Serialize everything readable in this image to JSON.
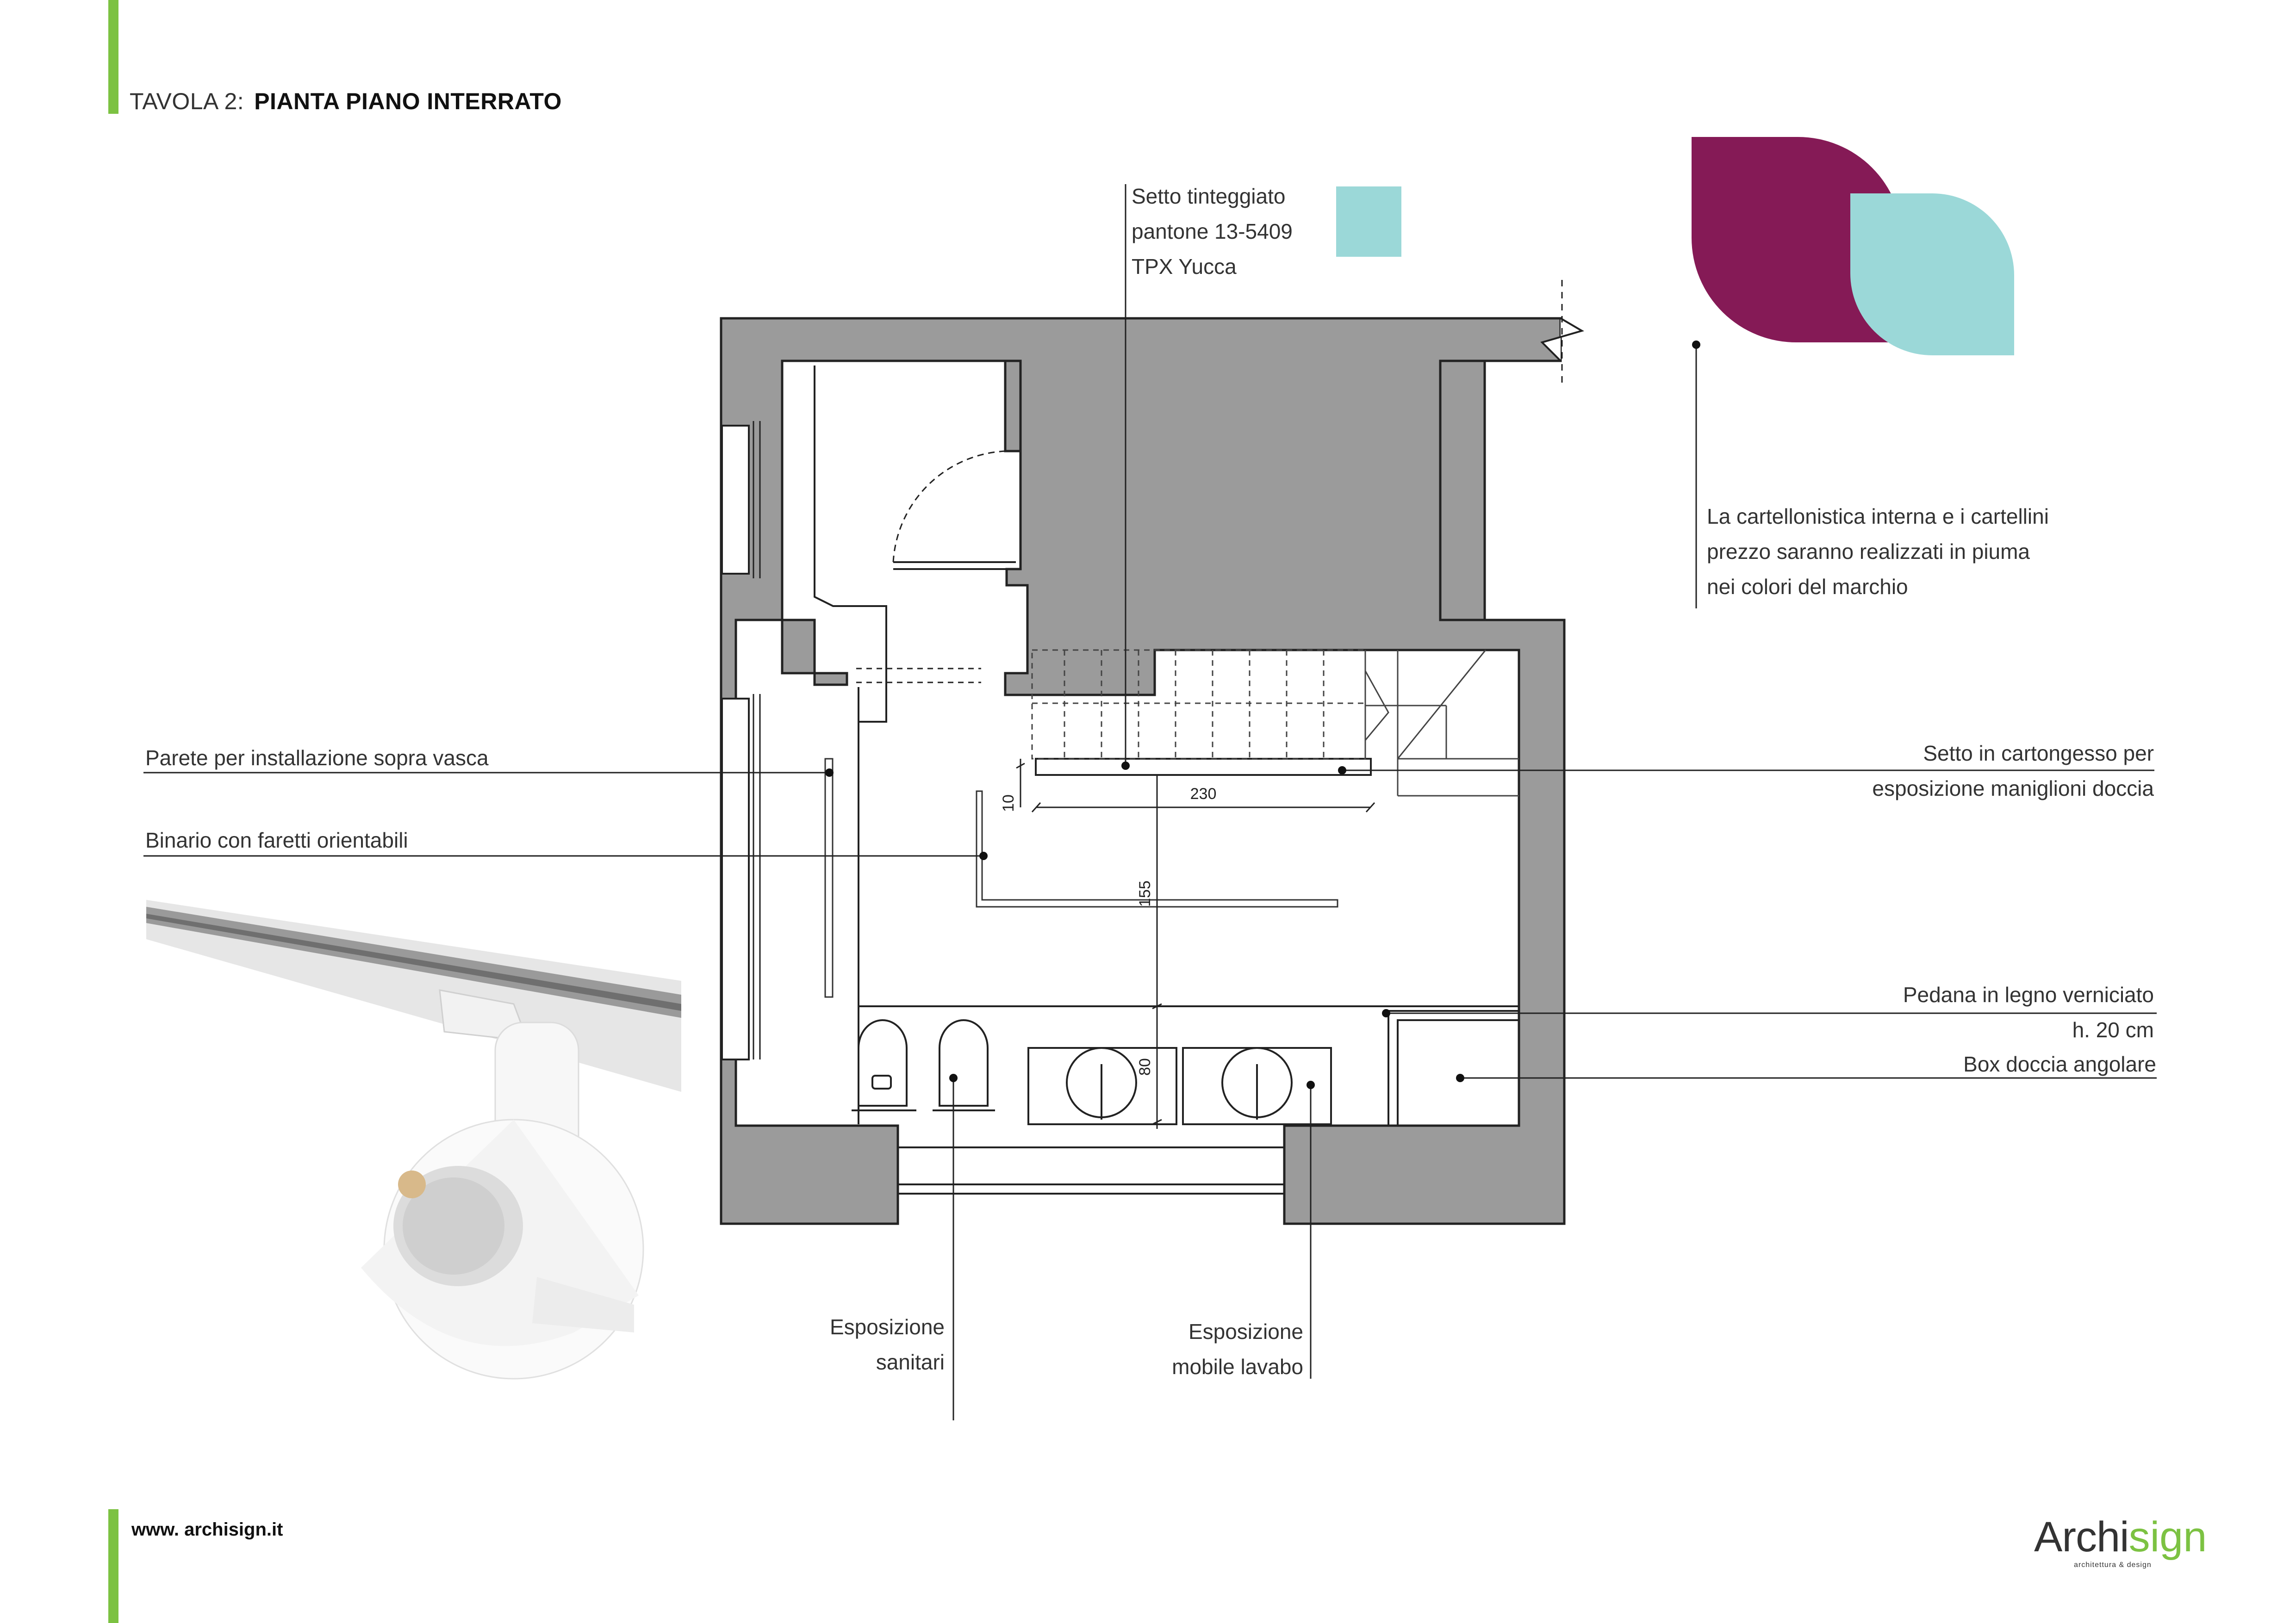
{
  "header": {
    "prefix": "TAVOLA 2:",
    "title": "PIANTA PIANO INTERRATO"
  },
  "labels": {
    "setto_tinteggiato": [
      "Setto tinteggiato",
      "pantone 13-5409",
      "TPX Yucca"
    ],
    "cartellonistica": [
      "La cartellonistica interna e i cartellini",
      "prezzo saranno realizzati in piuma",
      "nei colori del marchio"
    ],
    "parete_vasca": "Parete per installazione sopra vasca",
    "binario": "Binario con faretti orientabili",
    "setto_cartongesso": [
      "Setto in cartongesso per",
      "esposizione maniglioni doccia"
    ],
    "pedana": [
      "Pedana in legno verniciato",
      "h. 20 cm"
    ],
    "box_doccia": "Box doccia angolare",
    "esposizione_sanitari": [
      "Esposizione",
      "sanitari"
    ],
    "esposizione_lavabo": [
      "Esposizione",
      "mobile lavabo"
    ]
  },
  "dimensions": {
    "d10": "10",
    "d230": "230",
    "d155": "155",
    "d80": "80"
  },
  "colors": {
    "brand_purple": "#851a56",
    "brand_teal": "#9bd8d8",
    "wall_gray": "#9b9b9b",
    "accent_green": "#7cc242"
  },
  "footer": {
    "website": "www. archisign.it"
  },
  "logo": {
    "part1": "Archi",
    "part2": "sign",
    "tagline": "architettura & design"
  }
}
